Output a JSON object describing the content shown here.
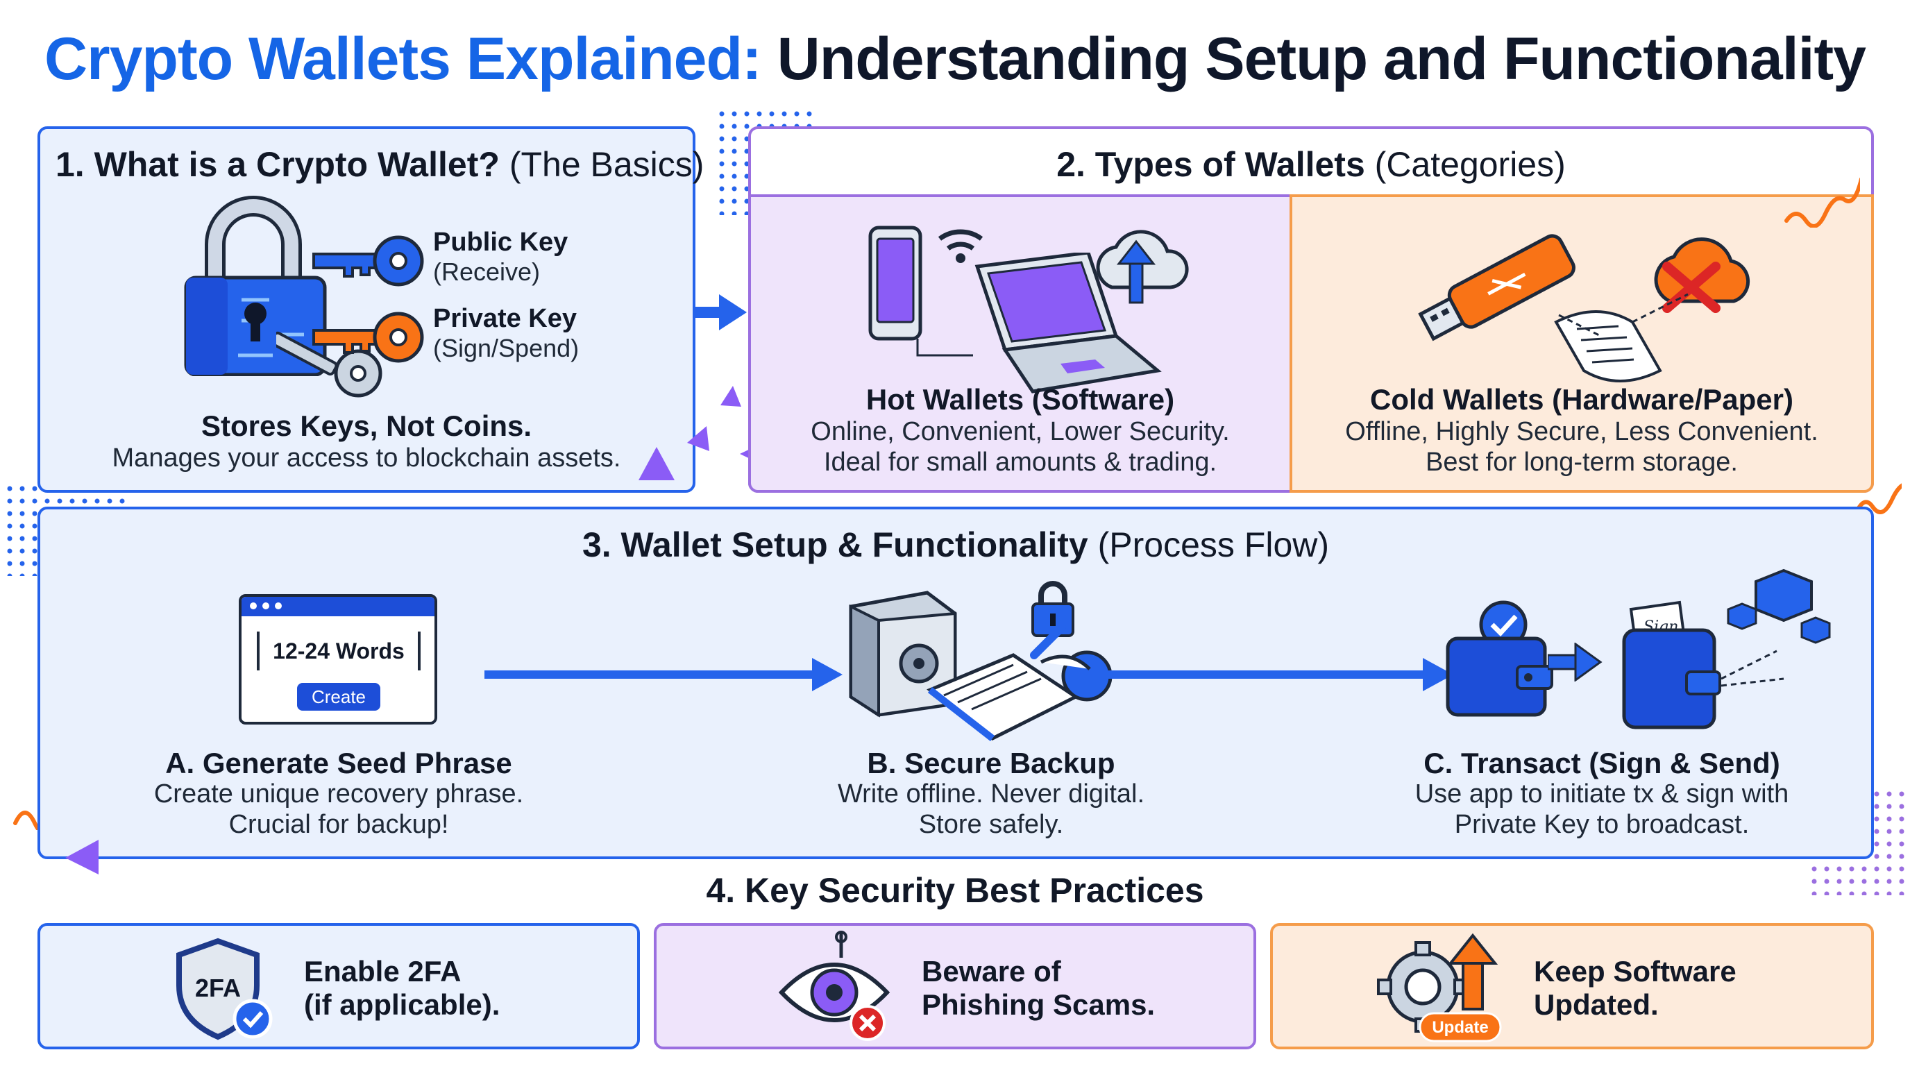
{
  "title": {
    "part1": "Crypto Wallets Explained:",
    "part2": "Understanding Setup and Functionality"
  },
  "section1": {
    "heading": "1. What is a Crypto Wallet?",
    "heading_light": "(The Basics)",
    "public_key": "Public Key",
    "public_key_sub": "(Receive)",
    "private_key": "Private Key",
    "private_key_sub": "(Sign/Spend)",
    "caption_title": "Stores Keys, Not Coins.",
    "caption_text": "Manages your access to blockchain assets."
  },
  "section2": {
    "heading": "2. Types of Wallets",
    "heading_light": "(Categories)",
    "hot_title": "Hot Wallets (Software)",
    "hot_line1": "Online, Convenient, Lower Security.",
    "hot_line2": "Ideal for small amounts & trading.",
    "cold_title": "Cold Wallets (Hardware/Paper)",
    "cold_line1": "Offline, Highly Secure, Less Convenient.",
    "cold_line2": "Best for long-term storage."
  },
  "section3": {
    "heading": "3. Wallet Setup & Functionality",
    "heading_light": "(Process Flow)",
    "seed_words": "12-24 Words",
    "create_button": "Create",
    "a_title": "A. Generate Seed Phrase",
    "a_line1": "Create unique recovery phrase.",
    "a_line2": "Crucial for backup!",
    "b_title": "B. Secure Backup",
    "b_line1": "Write offline. Never digital.",
    "b_line2": "Store safely.",
    "c_title": "C. Transact (Sign & Send)",
    "c_line1": "Use app to initiate tx & sign with",
    "c_line2": "Private Key to broadcast."
  },
  "section4": {
    "heading": "4. Key Security Best Practices",
    "shield_label": "2FA",
    "tip1_line1": "Enable 2FA",
    "tip1_line2": "(if applicable).",
    "tip2_line1": "Beware of",
    "tip2_line2": "Phishing Scams.",
    "update_label": "Update",
    "tip3_line1": "Keep Software",
    "tip3_line2": "Updated."
  },
  "colors": {
    "blue": "#2563eb",
    "title_blue": "#1565e6",
    "purple": "#9b6fe0",
    "orange": "#f59c4a",
    "panel_blue": "#eaf1fd",
    "panel_purple": "#efe4fb",
    "panel_orange": "#fdebdc"
  }
}
